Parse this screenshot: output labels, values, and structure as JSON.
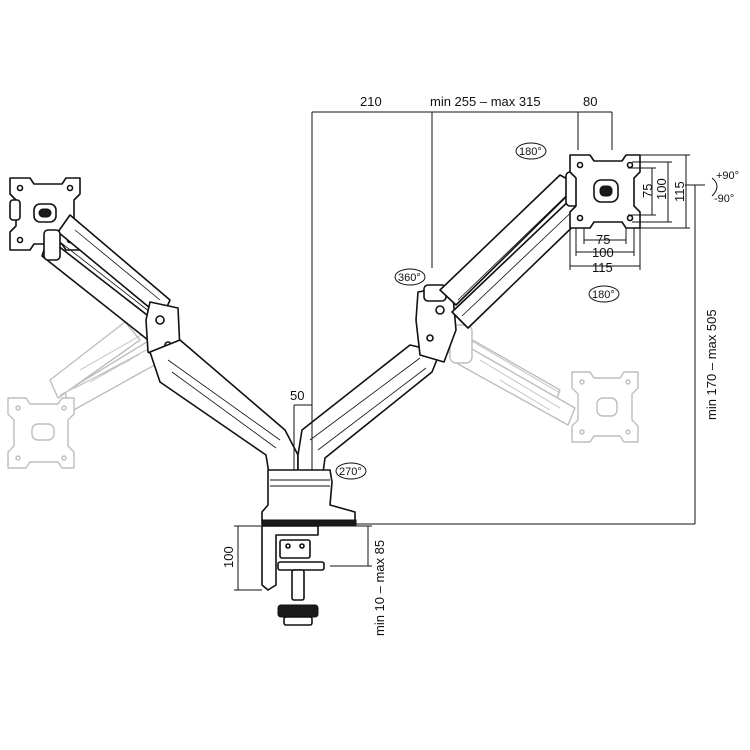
{
  "dimensions": {
    "top_left": "210",
    "top_middle": "min 255 – max 315",
    "top_right": "80",
    "column": "50",
    "right_vertical": "min 170 – max 505",
    "clamp_height": "100",
    "clamp_range": "min 10 – max 85",
    "vesa_h_inner": "75",
    "vesa_h_mid": "100",
    "vesa_h_outer": "115",
    "vesa_v_inner": "75",
    "vesa_v_mid": "100",
    "vesa_v_outer": "115"
  },
  "rotations": {
    "plate_top": "180°",
    "plate_bottom": "180°",
    "arm": "360°",
    "base": "270°",
    "tilt_up": "+90°",
    "tilt_down": "-90°"
  },
  "colors": {
    "line": "#111111",
    "ghost": "#bdbdbd"
  }
}
